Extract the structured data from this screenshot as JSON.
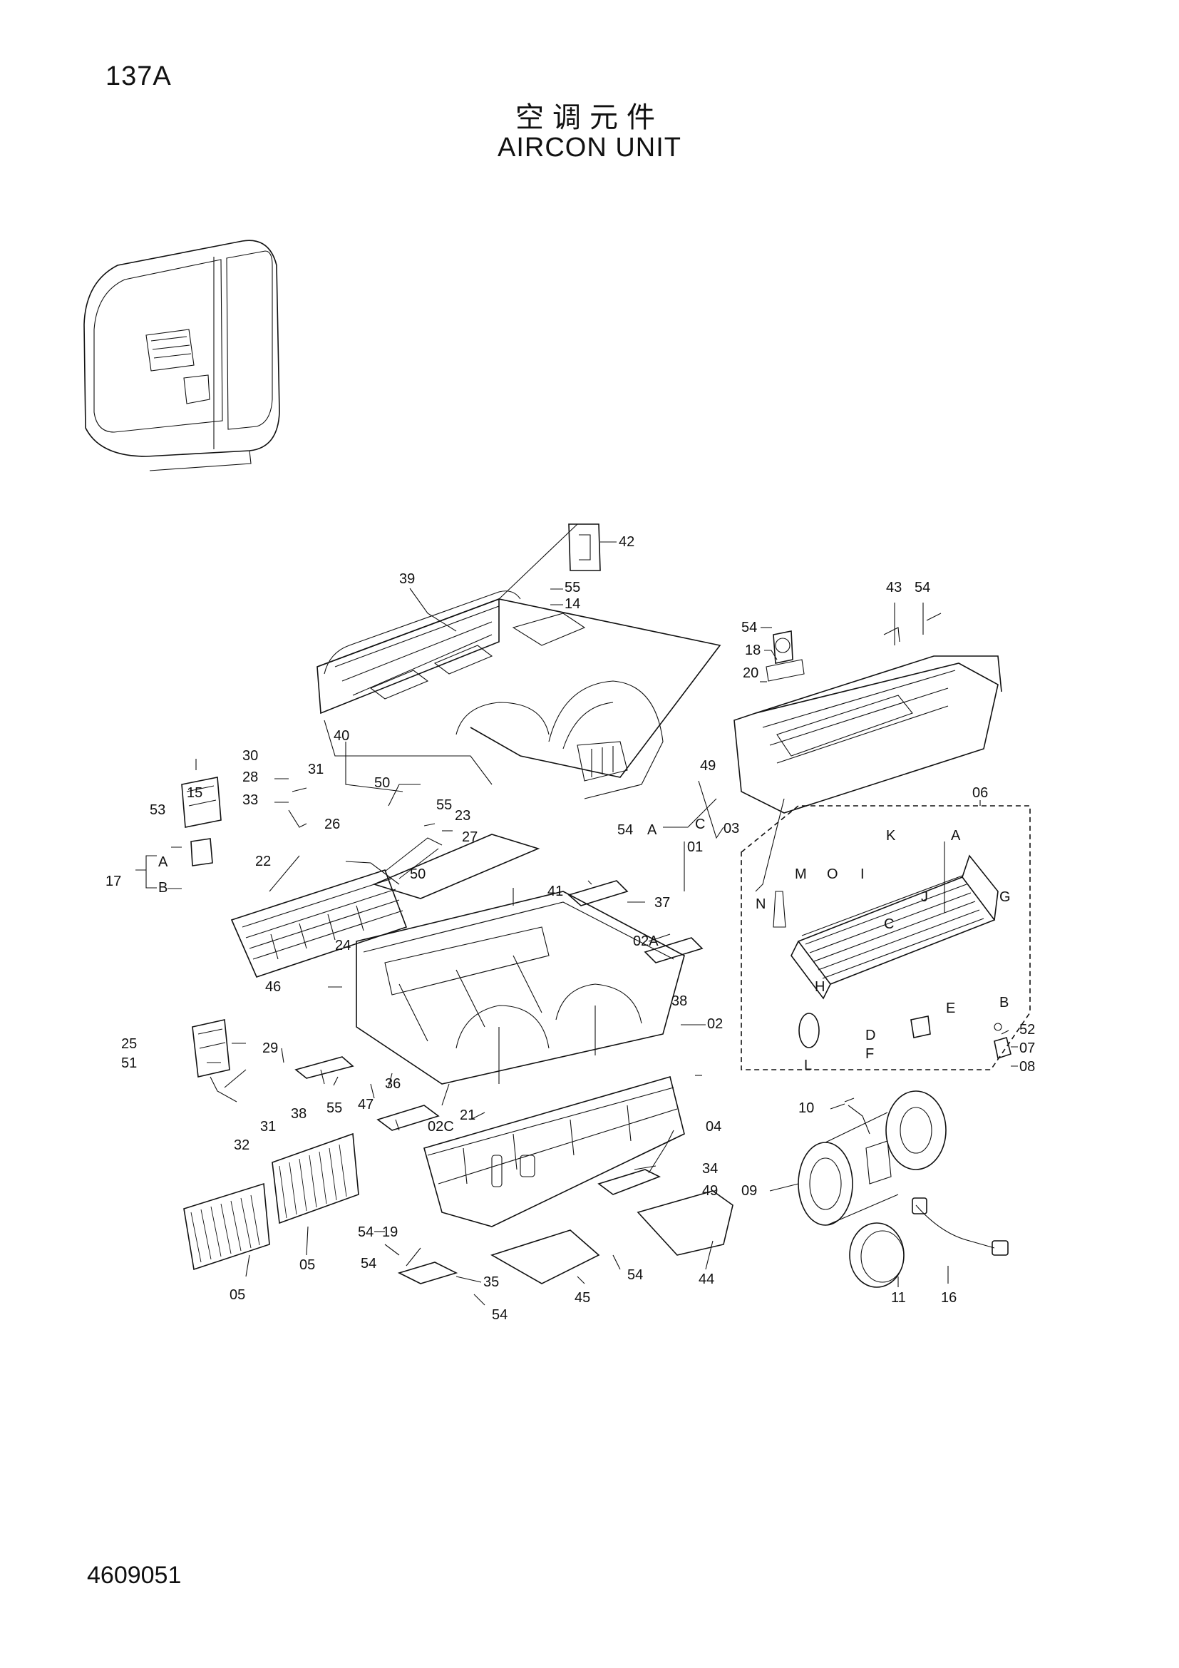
{
  "header": {
    "page_number": "137A",
    "title_cn": "空调元件",
    "title_en": "AIRCON UNIT"
  },
  "footer": {
    "document_number": "4609051"
  },
  "callouts": {
    "c42": "42",
    "c55a": "55",
    "c14": "14",
    "c39": "39",
    "c43": "43",
    "c54a": "54",
    "c54b": "54",
    "c18": "18",
    "c20": "20",
    "c40": "40",
    "c30": "30",
    "c28": "28",
    "c31a": "31",
    "c15": "15",
    "c50a": "50",
    "c33": "33",
    "c55b": "55",
    "c23": "23",
    "c26": "26",
    "c49a": "49",
    "cA1": "A",
    "cC1": "C",
    "c54c": "54",
    "c01": "01",
    "c03": "03",
    "c06": "06",
    "c53": "53",
    "c22": "22",
    "c27": "27",
    "c17": "17",
    "cA2": "A",
    "cB2": "B",
    "c50b": "50",
    "c41": "41",
    "c37": "37",
    "c24": "24",
    "c02A": "02A",
    "c38a": "38",
    "c02": "02",
    "c46": "46",
    "c25": "25",
    "c51": "51",
    "c29": "29",
    "c38b": "38",
    "c55c": "55",
    "c47": "47",
    "c36": "36",
    "c31b": "31",
    "c32": "32",
    "c02C": "02C",
    "c21": "21",
    "c04": "04",
    "c10": "10",
    "c34": "34",
    "c49b": "49",
    "c09": "09",
    "c54d": "54",
    "c19": "19",
    "c05a": "05",
    "c05b": "05",
    "c54e": "54",
    "c35": "35",
    "c54f": "54",
    "c45": "45",
    "c44": "44",
    "c11": "11",
    "c16": "16",
    "c54g": "54",
    "c52": "52",
    "c07": "07",
    "c08": "08",
    "inset": {
      "K": "K",
      "A": "A",
      "G": "G",
      "M": "M",
      "N": "N",
      "O": "O",
      "I": "I",
      "J": "J",
      "C": "C",
      "H": "H",
      "B": "B",
      "E": "E",
      "D": "D",
      "F": "F",
      "L": "L"
    }
  }
}
